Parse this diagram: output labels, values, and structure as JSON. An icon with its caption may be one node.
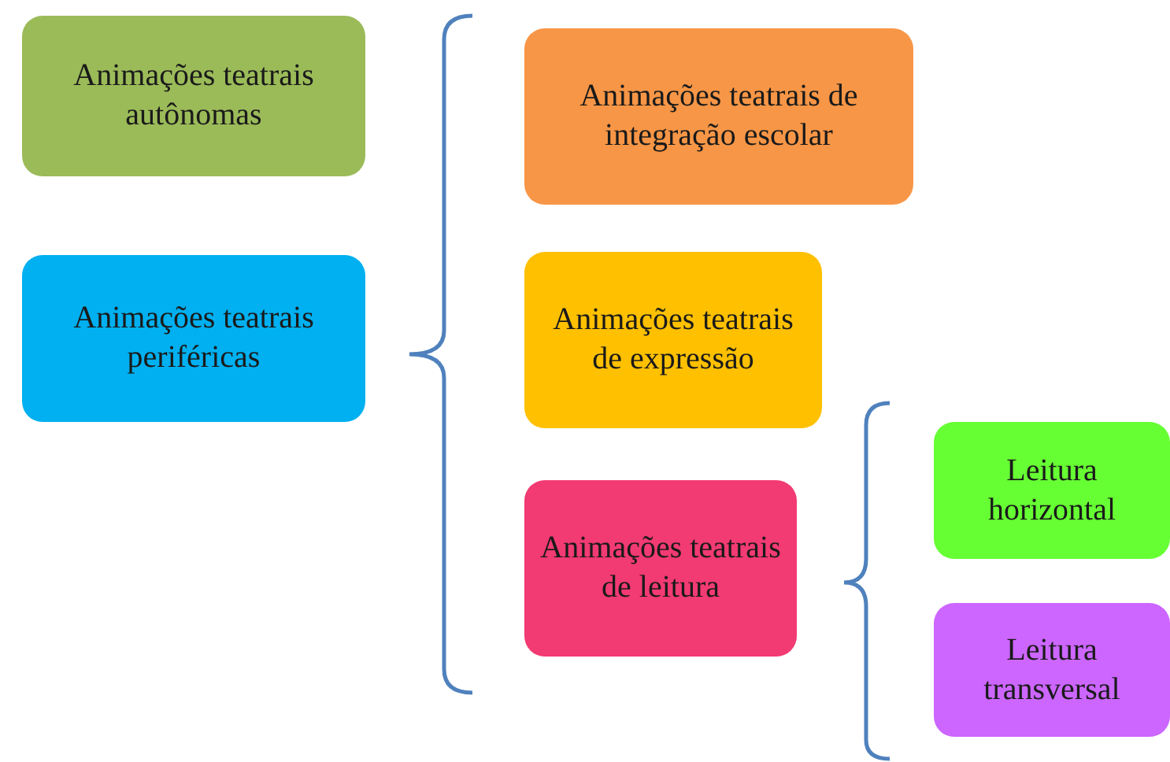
{
  "diagram": {
    "nodes": [
      {
        "text": [
          "Animações teatrais autônomas"
        ]
      },
      {
        "text": [
          "Animações teatrais periféricas"
        ]
      },
      {
        "text": [
          "Animações teatrais de integração escolar"
        ]
      },
      {
        "text": [
          "Animações teatrais de expressão"
        ]
      },
      {
        "text": [
          "Animações teatrais de leitura"
        ]
      },
      {
        "text": [
          "Leitura horizontal"
        ]
      },
      {
        "text": [
          "Leitura transversal"
        ]
      }
    ]
  }
}
